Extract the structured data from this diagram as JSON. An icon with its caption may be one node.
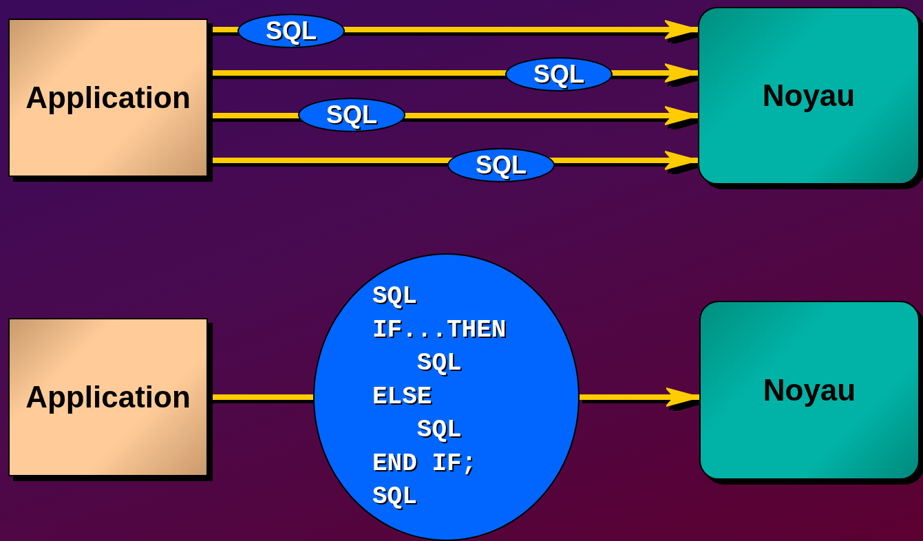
{
  "diagram": {
    "nodes": [
      {
        "text": [
          "Application"
        ]
      },
      {
        "text": [
          "Noyau"
        ]
      },
      {
        "text": [
          "Application"
        ]
      },
      {
        "text": [
          "SQL",
          "IF...THEN",
          "   SQL",
          "ELSE",
          "   SQL",
          "END IF;",
          "SQL"
        ]
      },
      {
        "text": [
          "Noyau"
        ]
      }
    ],
    "edges": [
      {
        "from": 0,
        "to": 1,
        "arrow": "to",
        "label": "SQL"
      },
      {
        "from": 0,
        "to": 1,
        "arrow": "to",
        "label": "SQL"
      },
      {
        "from": 0,
        "to": 1,
        "arrow": "to",
        "label": "SQL"
      },
      {
        "from": 0,
        "to": 1,
        "arrow": "to",
        "label": "SQL"
      },
      {
        "from": 2,
        "to": 3,
        "arrow": "none"
      },
      {
        "from": 3,
        "to": 4,
        "arrow": "to"
      }
    ]
  }
}
